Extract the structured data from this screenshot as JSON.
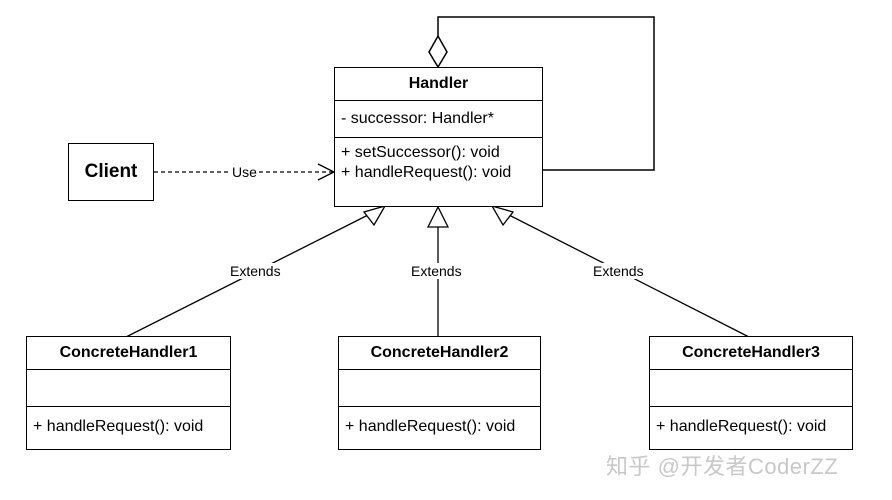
{
  "client": {
    "label": "Client"
  },
  "handler": {
    "name": "Handler",
    "attributes": [
      "- successor: Handler*"
    ],
    "operations": [
      "+ setSuccessor(): void",
      "+ handleRequest(): void"
    ]
  },
  "concrete_handlers": [
    {
      "name": "ConcreteHandler1",
      "operation": "+ handleRequest(): void"
    },
    {
      "name": "ConcreteHandler2",
      "operation": "+ handleRequest(): void"
    },
    {
      "name": "ConcreteHandler3",
      "operation": "+ handleRequest(): void"
    }
  ],
  "relations": {
    "use_label": "Use",
    "extends_label": "Extends"
  },
  "watermark": "知乎 @开发者CoderZZ"
}
